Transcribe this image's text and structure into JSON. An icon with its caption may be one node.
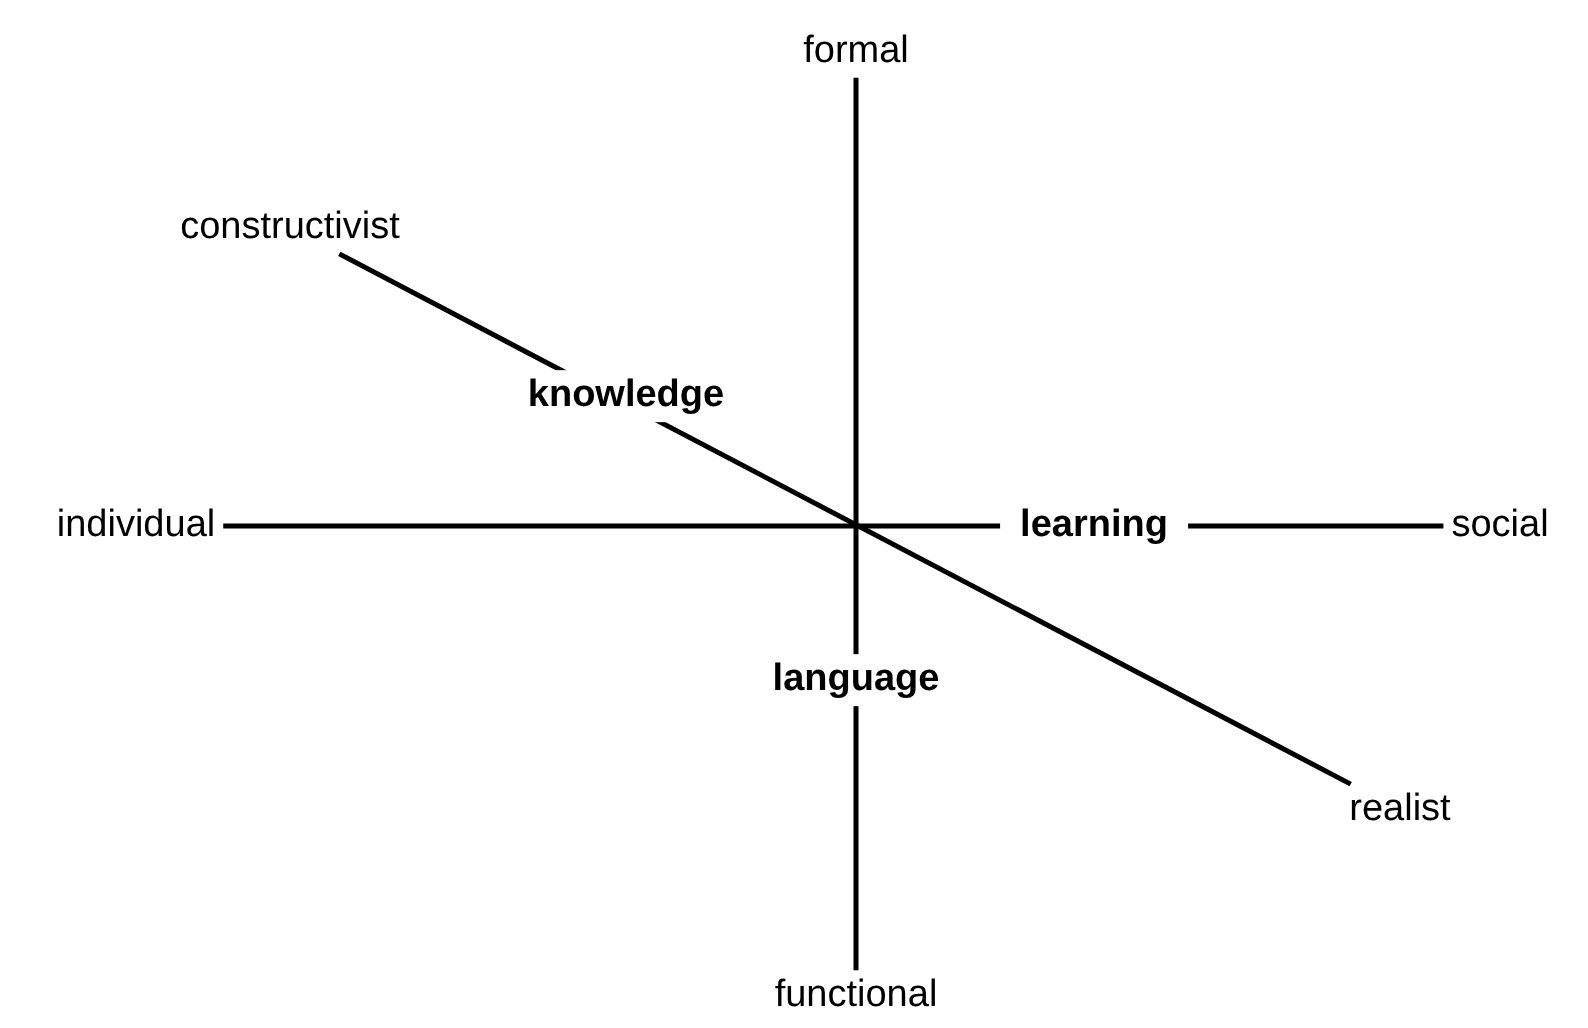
{
  "diagram": {
    "nodes": [
      {
        "text": [
          "formal"
        ]
      },
      {
        "text": [
          "functional"
        ]
      },
      {
        "text": [
          "individual"
        ]
      },
      {
        "text": [
          "social"
        ]
      },
      {
        "text": [
          "constructivist"
        ]
      },
      {
        "text": [
          "realist"
        ]
      }
    ],
    "edges": [
      {
        "from": 0,
        "to": 1,
        "arrow": "none",
        "label": "language"
      },
      {
        "from": 2,
        "to": 3,
        "arrow": "none",
        "label": "learning"
      },
      {
        "from": 4,
        "to": 5,
        "arrow": "none",
        "label": "knowledge"
      }
    ]
  }
}
